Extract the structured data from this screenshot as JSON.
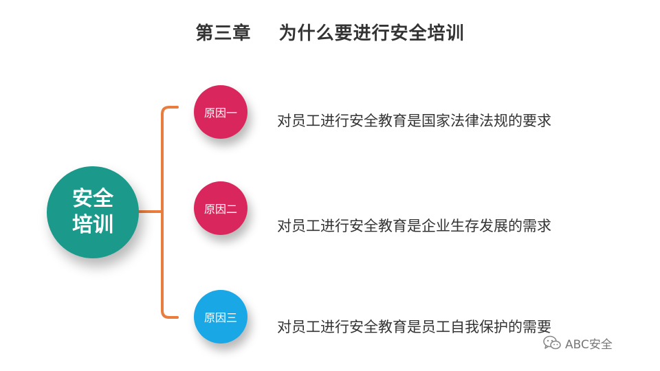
{
  "title": "第三章    为什么要进行安全培训",
  "center": {
    "label": "安全培训"
  },
  "reasons": [
    {
      "label": "原因一",
      "text": "对员工进行安全教育是国家法律法规的要求"
    },
    {
      "label": "原因二",
      "text": "对员工进行安全教育是企业生存发展的需求"
    },
    {
      "label": "原因三",
      "text": "对员工进行安全教育是员工自我保护的需要"
    }
  ],
  "colors": {
    "center": "#1b9a8c",
    "reason_pink": "#d9265c",
    "reason_blue": "#1aa7e6",
    "bracket": "#e87d3e"
  },
  "watermark": {
    "icon": "wechat-icon",
    "text": "ABC安全"
  }
}
